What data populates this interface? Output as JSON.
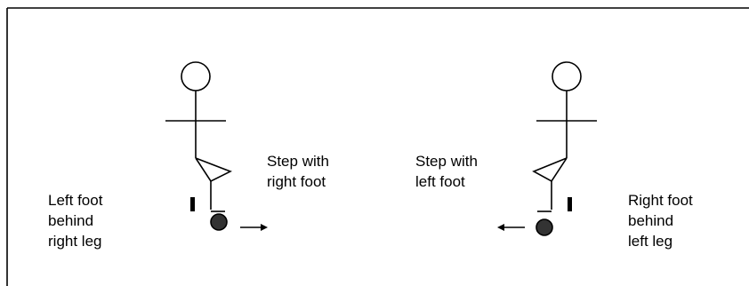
{
  "diagram": {
    "left_figure": {
      "caption_lines": [
        "Left foot",
        "behind",
        "right leg"
      ],
      "step_lines": [
        "Step with",
        "right foot"
      ],
      "arrow_direction": "right"
    },
    "right_figure": {
      "caption_lines": [
        "Right foot",
        "behind",
        "left leg"
      ],
      "step_lines": [
        "Step with",
        "left foot"
      ],
      "arrow_direction": "left"
    },
    "colors": {
      "ink": "#000000",
      "foot_fill": "#333333",
      "background": "#ffffff"
    }
  }
}
